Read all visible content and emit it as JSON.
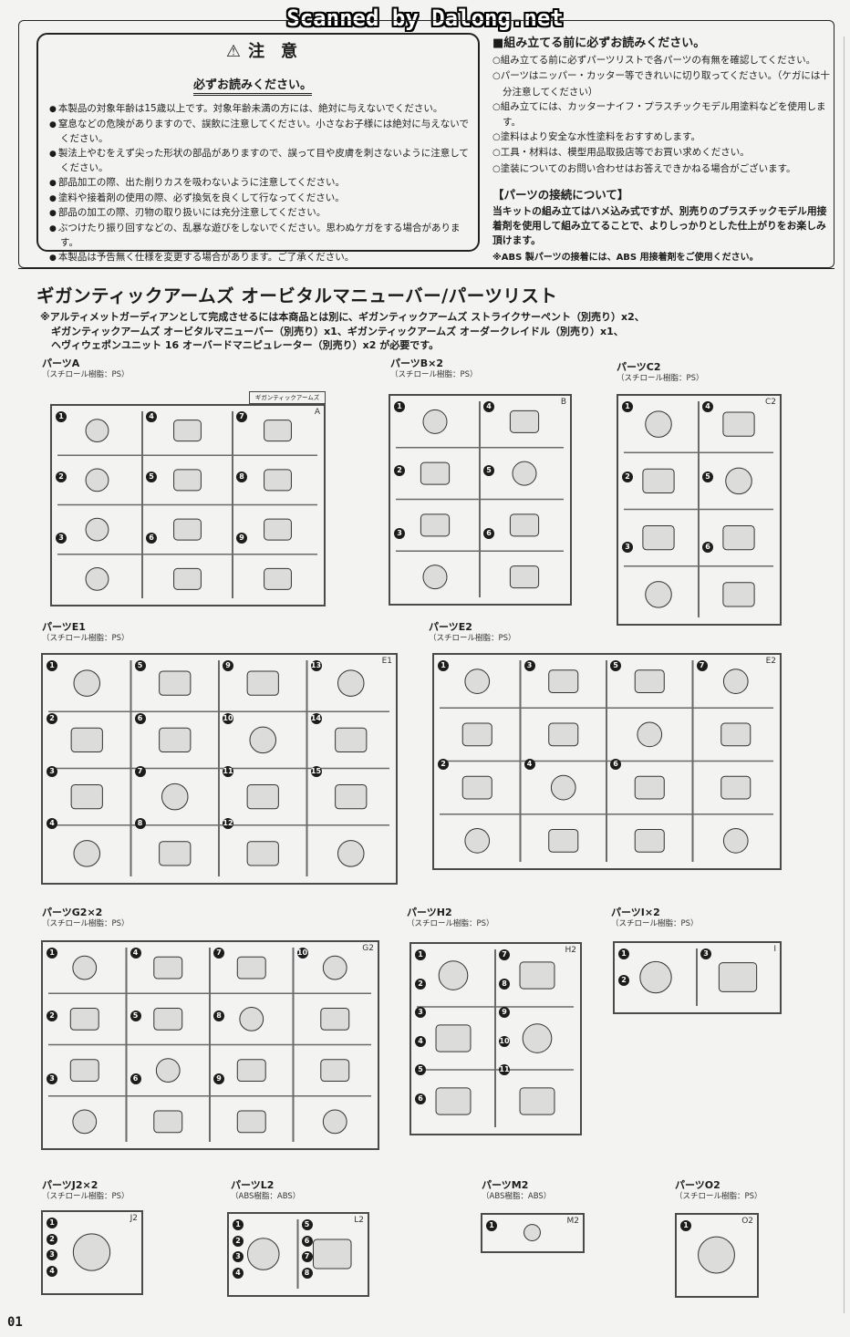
{
  "watermark": "Scanned by Dalong.net",
  "caution": {
    "title": "注　意",
    "must_read": "必ずお読みください。",
    "items": [
      "本製品の対象年齢は15歳以上です。対象年齢未満の方には、絶対に与えないでください。",
      "窒息などの危険がありますので、誤飲に注意してください。小さなお子様には絶対に与えないでください。",
      "製法上やむをえず尖った形状の部品がありますので、誤って目や皮膚を刺さないように注意してください。",
      "部品加工の際、出た削りカスを吸わないように注意してください。",
      "塗料や接着剤の使用の際、必ず換気を良くして行なってください。",
      "部品の加工の際、刃物の取り扱いには充分注意してください。",
      "ぶつけたり振り回すなどの、乱暴な遊びをしないでください。思わぬケガをする場合があります。",
      "本製品は予告無く仕様を変更する場合があります。ご了承ください。"
    ]
  },
  "before_assembly": {
    "title": "組み立てる前に必ずお読みください。",
    "items": [
      "組み立てる前に必ずパーツリストで各パーツの有無を確認してください。",
      "パーツはニッパー・カッター等できれいに切り取ってください。（ケガには十分注意してください）",
      "組み立てには、カッターナイフ・プラスチックモデル用塗料などを使用します。",
      "塗料はより安全な水性塗料をおすすめします。",
      "工具・材料は、模型用品取扱店等でお買い求めください。",
      "塗装についてのお問い合わせはお答えできかねる場合がございます。"
    ],
    "connection_title": "【パーツの接続について】",
    "connection_text": "当キットの組み立てはハメ込み式ですが、別売りのプラスチックモデル用接着剤を使用して組み立てることで、よりしっかりとした仕上がりをお楽しみ頂けます。",
    "abs_note": "※ABS 製パーツの接着には、ABS 用接着剤をご使用ください。"
  },
  "main_title": "ギガンティックアームズ オービタルマニューバー/パーツリスト",
  "note": [
    "※アルティメットガーディアンとして完成させるには本商品とは別に、ギガンティックアームズ ストライクサーペント（別売り）x2、",
    "ギガンティックアームズ オービタルマニューバー（別売り）x1、ギガンティックアームズ オーダークレイドル（別売り）x1、",
    "ヘヴィウェポンユニット 16 オーバードマニピュレーター（別売り）x2 が必要です。"
  ],
  "parts": [
    {
      "name": "パーツA",
      "material": "（スチロール樹脂：PS）",
      "tag": "A",
      "count": 9
    },
    {
      "name": "パーツB×2",
      "material": "（スチロール樹脂：PS）",
      "tag": "B",
      "count": 6
    },
    {
      "name": "パーツC2",
      "material": "（スチロール樹脂：PS）",
      "tag": "C2",
      "count": 6
    },
    {
      "name": "パーツE1",
      "material": "（スチロール樹脂：PS）",
      "tag": "E1",
      "count": 15
    },
    {
      "name": "パーツE2",
      "material": "（スチロール樹脂：PS）",
      "tag": "E2",
      "count": 7
    },
    {
      "name": "パーツG2×2",
      "material": "（スチロール樹脂：PS）",
      "tag": "G2",
      "count": 10
    },
    {
      "name": "パーツH2",
      "material": "（スチロール樹脂：PS）",
      "tag": "H2",
      "count": 11
    },
    {
      "name": "パーツI×2",
      "material": "（スチロール樹脂：PS）",
      "tag": "I",
      "count": 3
    },
    {
      "name": "パーツJ2×2",
      "material": "（スチロール樹脂：PS）",
      "tag": "J2",
      "count": 4
    },
    {
      "name": "パーツL2",
      "material": "（ABS樹脂：ABS）",
      "tag": "L2",
      "count": 8
    },
    {
      "name": "パーツM2",
      "material": "（ABS樹脂：ABS）",
      "tag": "M2",
      "count": 1
    },
    {
      "name": "パーツO2",
      "material": "（スチロール樹脂：PS）",
      "tag": "O2",
      "count": 1
    }
  ],
  "runner_A_header": "ギガンティックアームズ",
  "page_number": "01"
}
